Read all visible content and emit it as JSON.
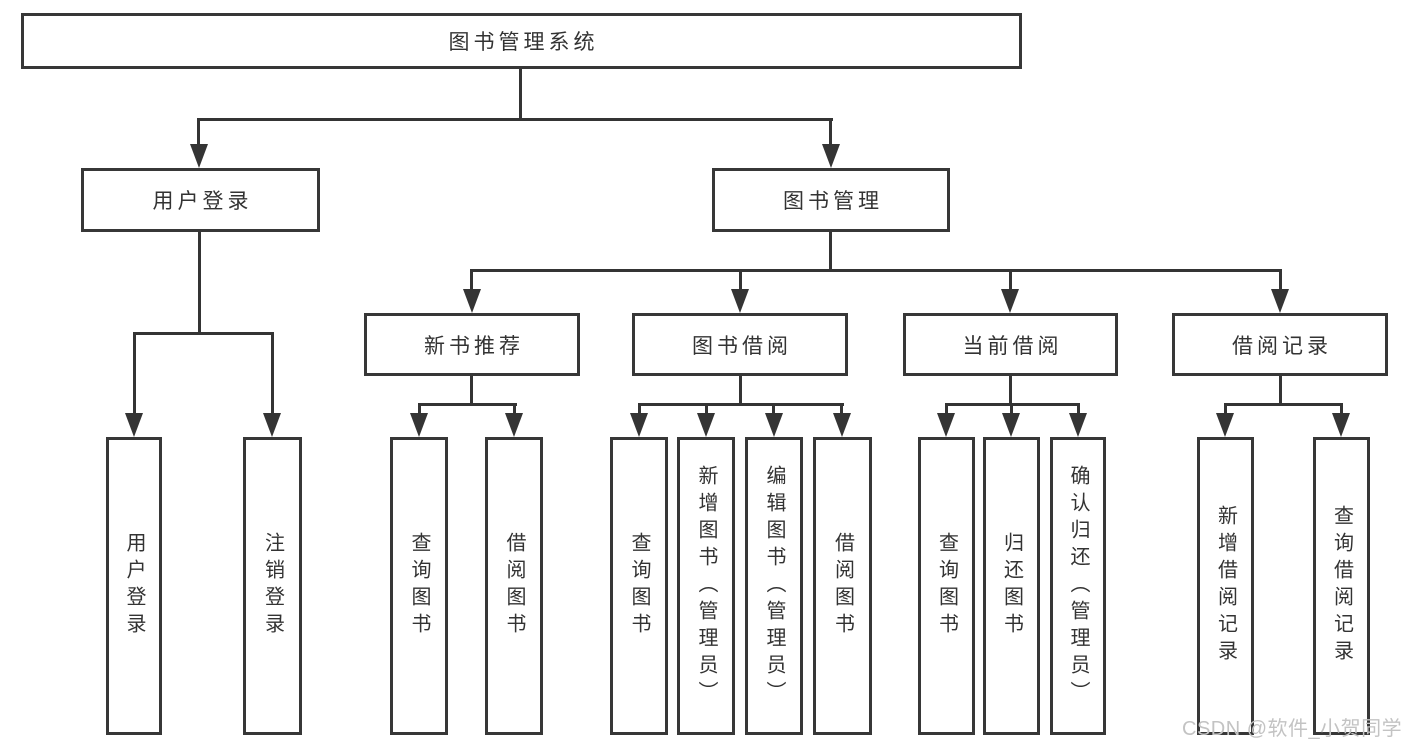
{
  "diagram_type": "hierarchy-tree",
  "tree": {
    "label": "图书管理系统",
    "children": [
      {
        "label": "用户登录",
        "children": [
          {
            "label": "用户登录"
          },
          {
            "label": "注销登录"
          }
        ]
      },
      {
        "label": "图书管理",
        "children": [
          {
            "label": "新书推荐",
            "children": [
              {
                "label": "查询图书"
              },
              {
                "label": "借阅图书"
              }
            ]
          },
          {
            "label": "图书借阅",
            "children": [
              {
                "label": "查询图书"
              },
              {
                "label": "新增图书（管理员）"
              },
              {
                "label": "编辑图书（管理员）"
              },
              {
                "label": "借阅图书"
              }
            ]
          },
          {
            "label": "当前借阅",
            "children": [
              {
                "label": "查询图书"
              },
              {
                "label": "归还图书"
              },
              {
                "label": "确认归还（管理员）"
              }
            ]
          },
          {
            "label": "借阅记录",
            "children": [
              {
                "label": "新增借阅记录"
              },
              {
                "label": "查询借阅记录"
              }
            ]
          }
        ]
      }
    ]
  },
  "watermark": {
    "text": "CSDN @软件_小贺同学"
  },
  "colors": {
    "background": "#ffffff",
    "line": "#343434",
    "box_border": "#373737",
    "text": "#333333",
    "watermark": "#c3c3c3"
  }
}
